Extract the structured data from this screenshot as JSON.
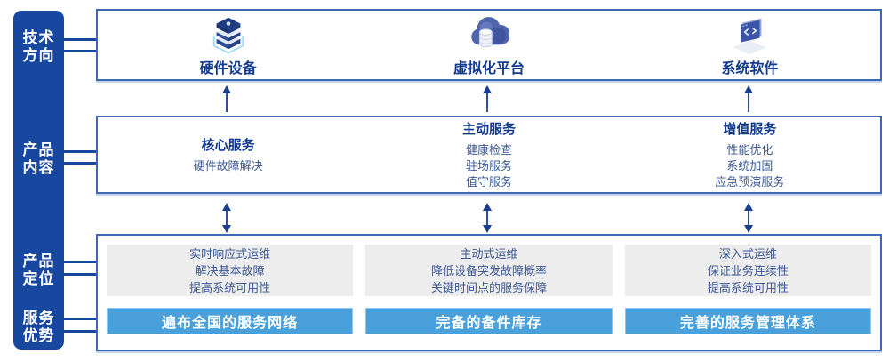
{
  "colors": {
    "sidebar_bg": "#17479e",
    "box_border": "#3e68b2",
    "title_text": "#123a8d",
    "body_text": "#3b5794",
    "panel_bg": "#ededee",
    "advantage_bar_bg": "#4aa0da",
    "advantage_bar_text": "#ffffff",
    "arrow": "#1b3e8c"
  },
  "sidebar": {
    "items": [
      {
        "line1": "技术",
        "line2": "方向"
      },
      {
        "line1": "产品",
        "line2": "内容"
      },
      {
        "line1": "产品",
        "line2": "定位"
      },
      {
        "line1": "服务",
        "line2": "优势"
      }
    ]
  },
  "tech_row": {
    "items": [
      {
        "label": "硬件设备",
        "icon": "server-stack-icon"
      },
      {
        "label": "虚拟化平台",
        "icon": "cloud-database-icon"
      },
      {
        "label": "系统软件",
        "icon": "code-screen-icon"
      }
    ]
  },
  "content_row": {
    "columns": [
      {
        "title": "核心服务",
        "items": [
          "硬件故障解决"
        ]
      },
      {
        "title": "主动服务",
        "items": [
          "健康检查",
          "驻场服务",
          "值守服务"
        ]
      },
      {
        "title": "增值服务",
        "items": [
          "性能优化",
          "系统加固",
          "应急预演服务"
        ]
      }
    ]
  },
  "positioning_row": {
    "columns": [
      {
        "lines": [
          "实时响应式运维",
          "解决基本故障",
          "提高系统可用性"
        ],
        "advantage": "遍布全国的服务网络"
      },
      {
        "lines": [
          "主动式运维",
          "降低设备突发故障概率",
          "关键时间点的服务保障"
        ],
        "advantage": "完备的备件库存"
      },
      {
        "lines": [
          "深入式运维",
          "保证业务连续性",
          "提高系统可用性"
        ],
        "advantage": "完善的服务管理体系"
      }
    ]
  }
}
